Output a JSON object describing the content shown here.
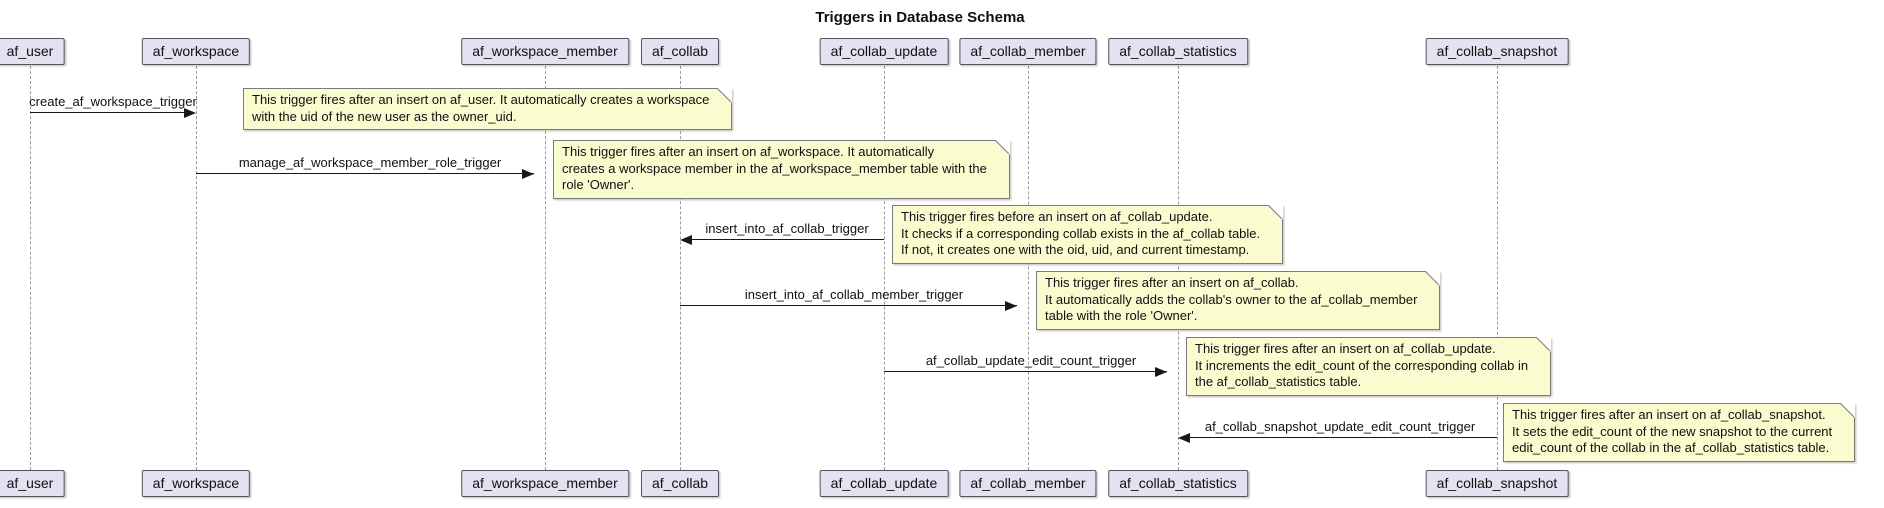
{
  "title": "Triggers in Database Schema",
  "diagram_type": "sequence",
  "colors": {
    "participant_fill": "#E2E2F0",
    "participant_border": "#53535F",
    "note_fill": "#FBFBD0",
    "note_border": "#7A7A7A",
    "arrow": "#181818",
    "lifeline": "#9A9A9A",
    "background": "#FFFFFF"
  },
  "participants": [
    {
      "name": "af_user"
    },
    {
      "name": "af_workspace"
    },
    {
      "name": "af_workspace_member"
    },
    {
      "name": "af_collab"
    },
    {
      "name": "af_collab_update"
    },
    {
      "name": "af_collab_member"
    },
    {
      "name": "af_collab_statistics"
    },
    {
      "name": "af_collab_snapshot"
    }
  ],
  "messages": [
    {
      "label": "create_af_workspace_trigger",
      "from": "af_user",
      "to": "af_workspace",
      "direction": "right",
      "note_lines": [
        "This trigger fires after an insert on af_user. It automatically creates a workspace",
        "with the uid of the new user as the owner_uid."
      ]
    },
    {
      "label": "manage_af_workspace_member_role_trigger",
      "from": "af_workspace",
      "to": "af_workspace_member",
      "direction": "right",
      "note_lines": [
        "This trigger fires after an insert on af_workspace. It automatically",
        "creates a workspace member in the af_workspace_member table with the",
        "role 'Owner'."
      ]
    },
    {
      "label": "insert_into_af_collab_trigger",
      "from": "af_collab_update",
      "to": "af_collab",
      "direction": "left",
      "note_lines": [
        "This trigger fires before an insert on af_collab_update.",
        "It checks if a corresponding collab exists in the af_collab table.",
        "If not, it creates one with the oid, uid, and current timestamp."
      ]
    },
    {
      "label": "insert_into_af_collab_member_trigger",
      "from": "af_collab",
      "to": "af_collab_member",
      "direction": "right",
      "note_lines": [
        "This trigger fires after an insert on af_collab.",
        "It automatically adds the collab's owner to the af_collab_member",
        "table with the role 'Owner'."
      ]
    },
    {
      "label": "af_collab_update_edit_count_trigger",
      "from": "af_collab_update",
      "to": "af_collab_statistics",
      "direction": "right",
      "note_lines": [
        "This trigger fires after an insert on af_collab_update.",
        "It increments the edit_count of the corresponding collab in",
        "the af_collab_statistics table."
      ]
    },
    {
      "label": "af_collab_snapshot_update_edit_count_trigger",
      "from": "af_collab_snapshot",
      "to": "af_collab_statistics",
      "direction": "left",
      "note_lines": [
        "This trigger fires after an insert on af_collab_snapshot.",
        "It sets the edit_count of the new snapshot to the current",
        "edit_count of the collab in the af_collab_statistics table."
      ]
    }
  ]
}
